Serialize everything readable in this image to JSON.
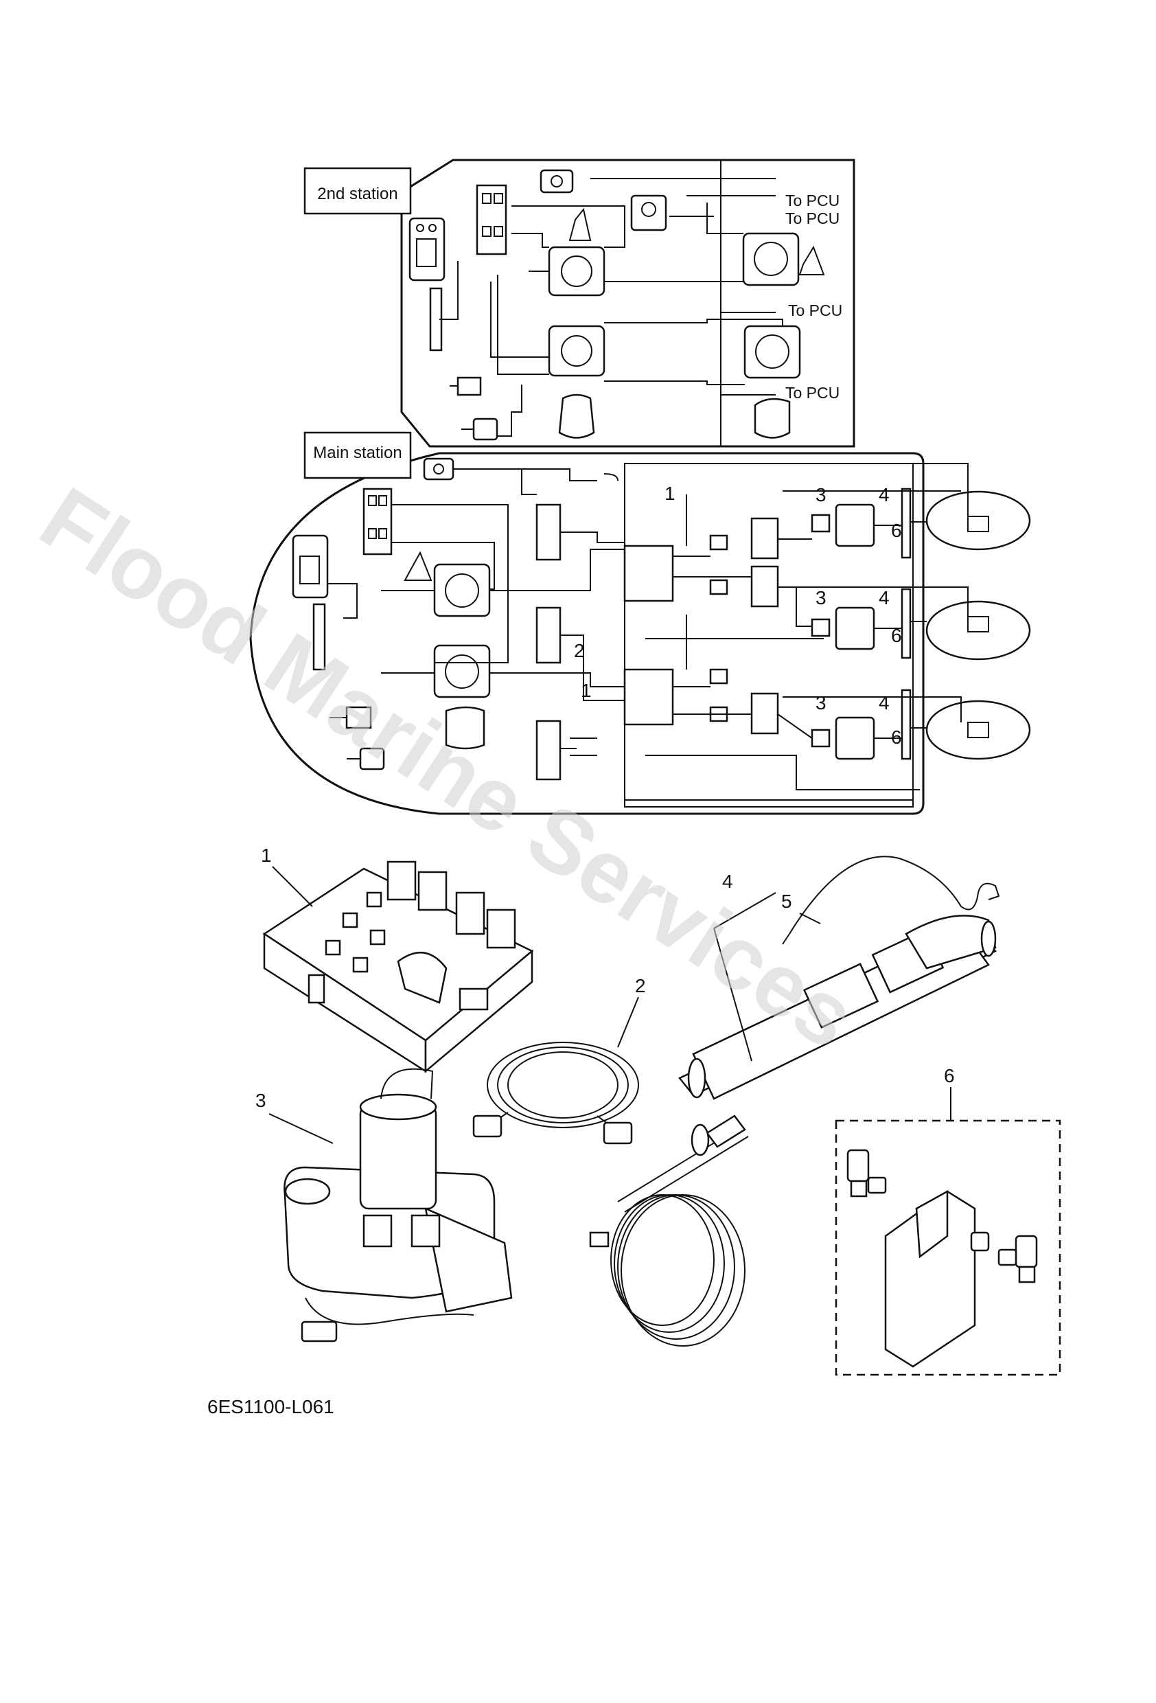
{
  "stations": {
    "second": "2nd station",
    "main": "Main station"
  },
  "pcu_labels": [
    "To PCU",
    "To PCU",
    "To PCU",
    "To PCU"
  ],
  "schematic_callouts": [
    "1",
    "1",
    "2",
    "3",
    "3",
    "3",
    "4",
    "4",
    "4",
    "6",
    "6",
    "6"
  ],
  "exploded_callouts": {
    "relay": "1",
    "harness": "2",
    "pump": "3",
    "cylinder": "4",
    "cable": "5",
    "valve_kit": "6"
  },
  "figure_code": "6ES1100-L061",
  "watermark": "Flood Marine Services",
  "colors": {
    "line": "#111111",
    "watermark": "#cfcfcf",
    "background": "#ffffff"
  }
}
